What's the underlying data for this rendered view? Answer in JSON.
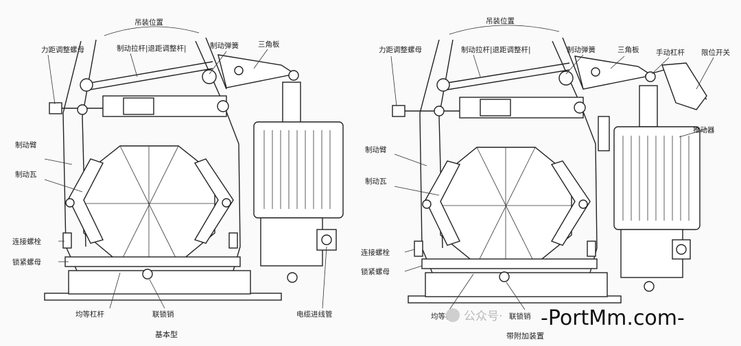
{
  "left": {
    "caption": "基本型",
    "labels": {
      "hoist": "吊装位置",
      "torque_nut": "力距调整螺母",
      "rod": "制动拉杆|退距调整杆|",
      "spring": "制动弹簧",
      "triangle": "三角板",
      "arm": "制动臂",
      "shoe": "制动瓦",
      "bolt": "连接螺栓",
      "lock_nut": "锁紧螺母",
      "lever": "均等杠杆",
      "pin": "联锁销",
      "cable": "电缆进线管"
    }
  },
  "right": {
    "caption": "带附加装置",
    "labels": {
      "hoist": "吊装位置",
      "torque_nut": "力距调整螺母",
      "rod": "制动拉杆|退距调整杆|",
      "spring": "制动弹簧",
      "triangle": "三角板",
      "hand": "手动杠杆",
      "limit": "限位开关",
      "pusher": "推动器",
      "arm": "制动臂",
      "shoe": "制动瓦",
      "bolt": "连接螺栓",
      "lock_nut": "锁紧螺母",
      "lever": "均等杠杆",
      "pin": "联锁销"
    }
  },
  "watermark": {
    "wechat": "公众号·",
    "site": "-PortMm.com-"
  }
}
